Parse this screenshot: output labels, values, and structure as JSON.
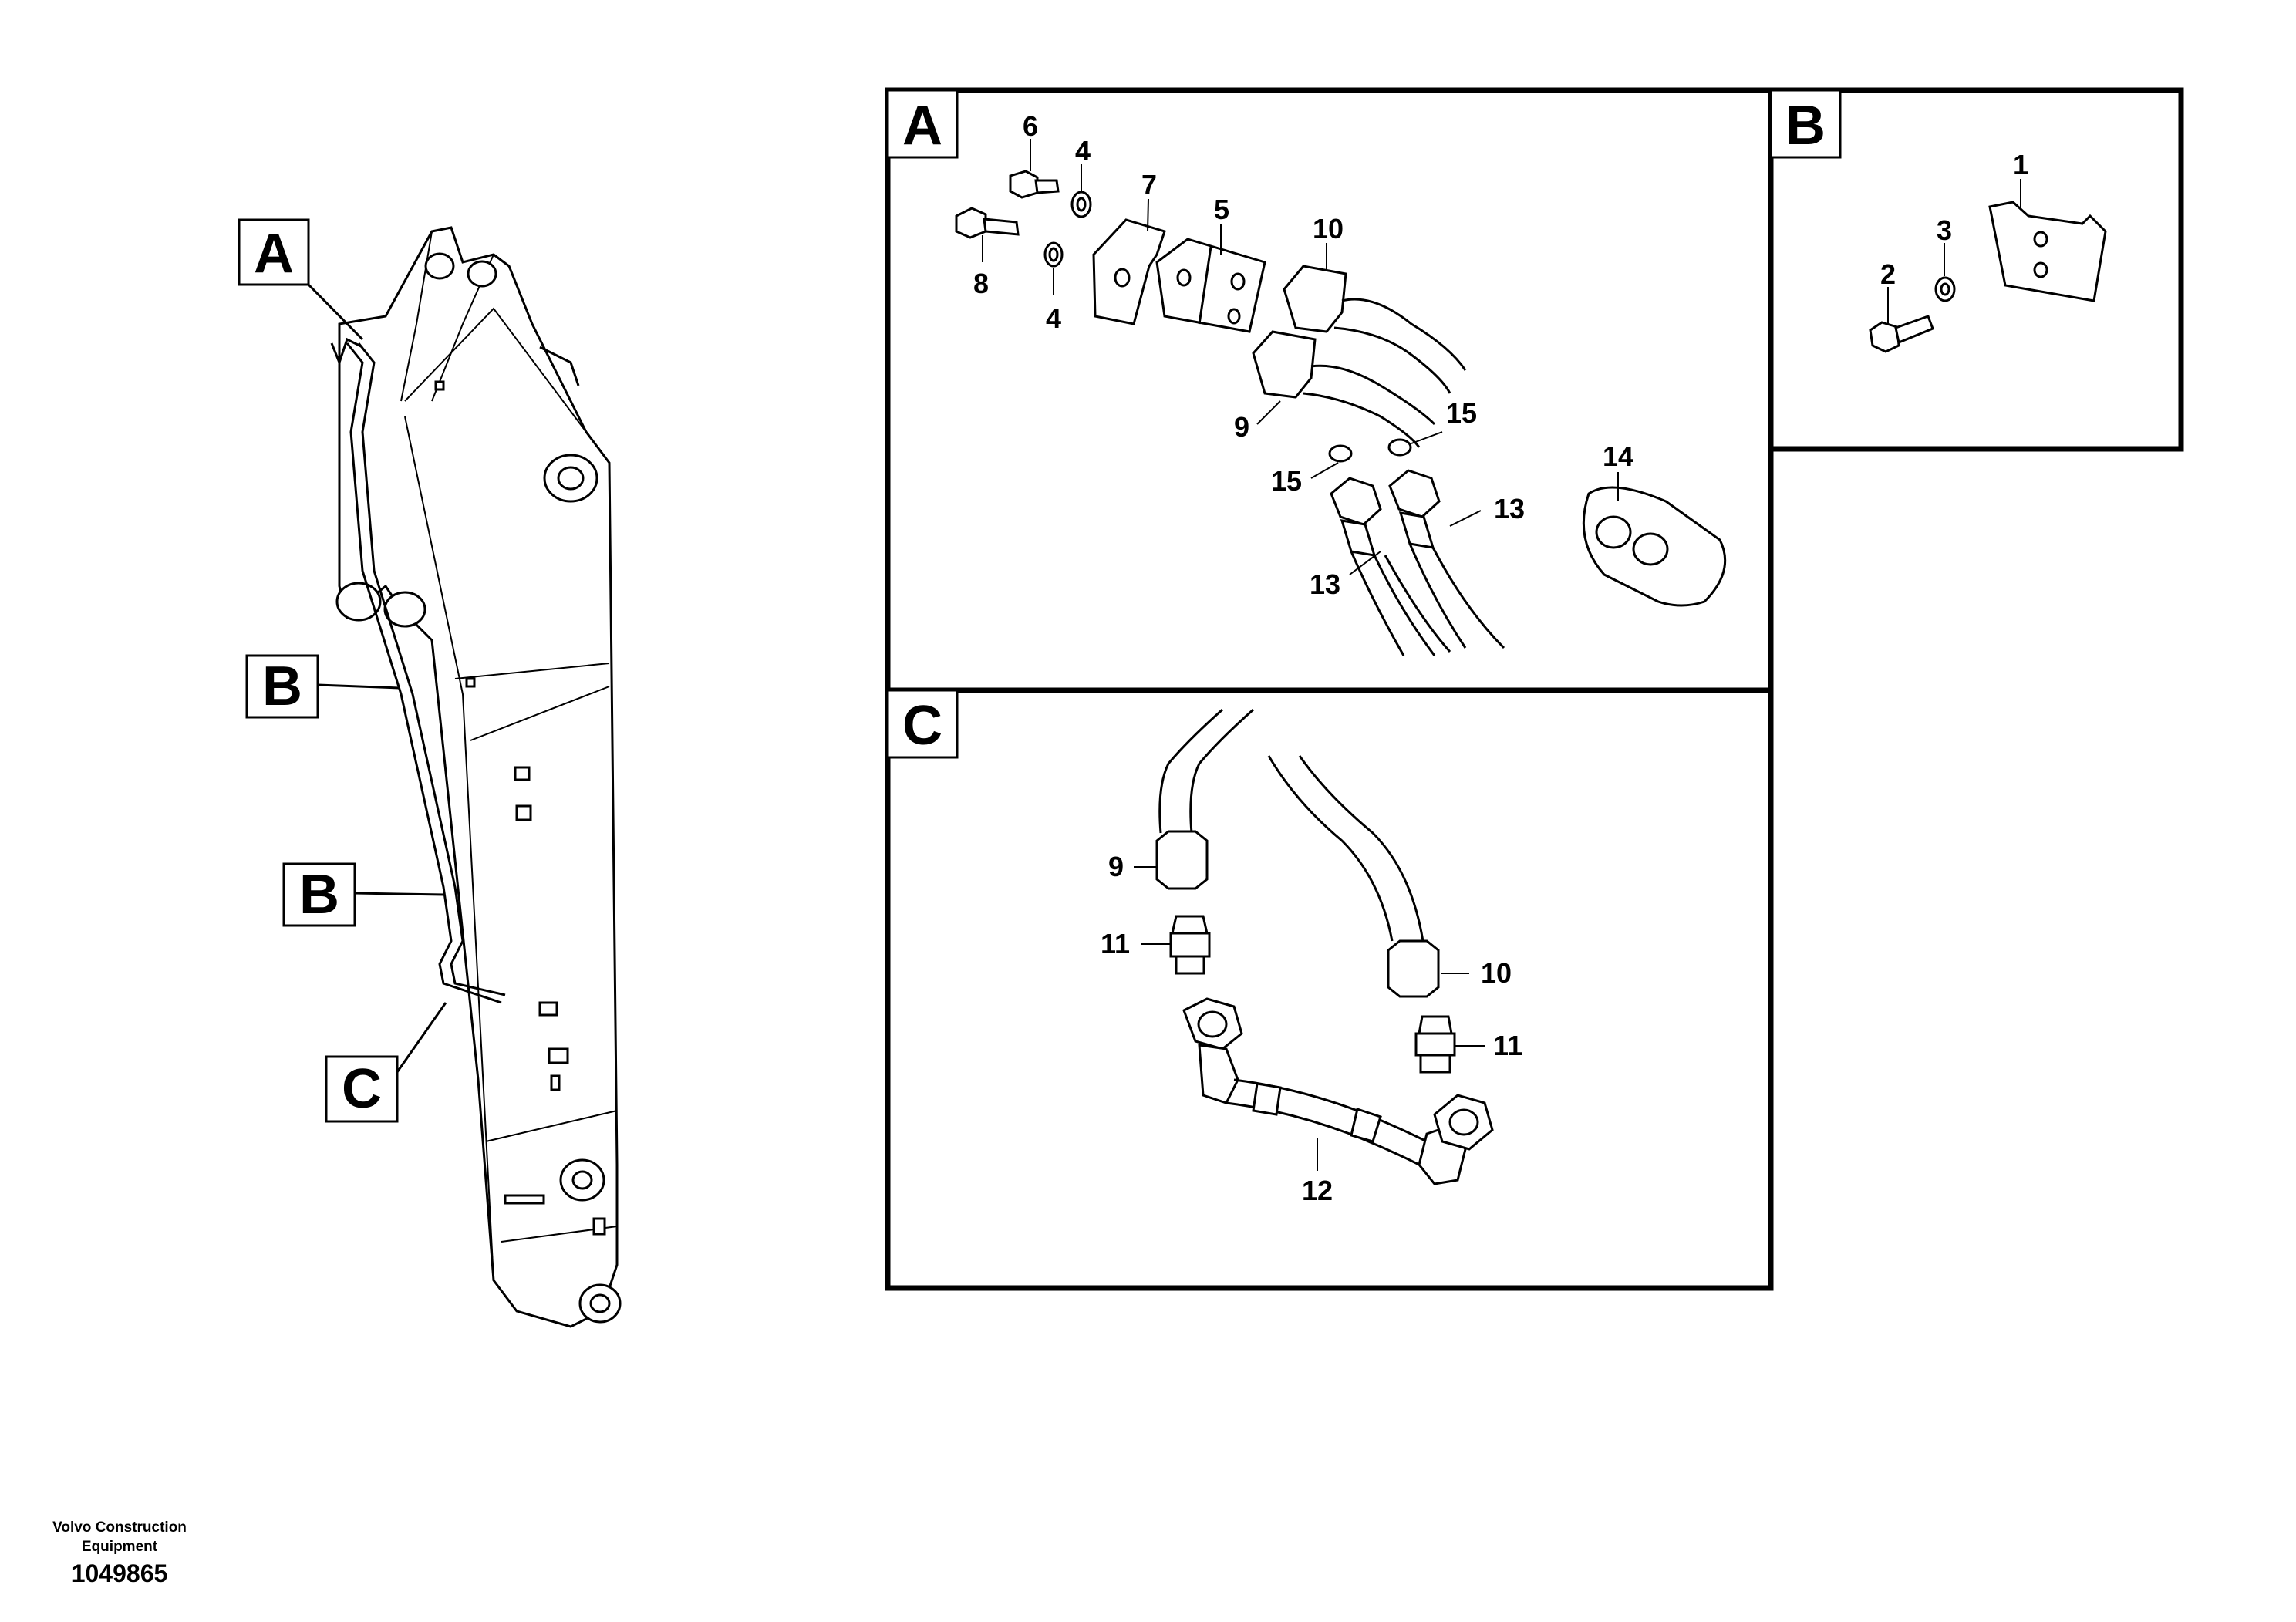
{
  "overview_callouts": {
    "a": "A",
    "b1": "B",
    "b2": "B",
    "c": "C"
  },
  "panels": {
    "a": {
      "letter": "A",
      "labels": {
        "n6": "6",
        "n4a": "4",
        "n4b": "4",
        "n7": "7",
        "n5": "5",
        "n10": "10",
        "n8": "8",
        "n9": "9",
        "n15a": "15",
        "n15b": "15",
        "n14": "14",
        "n13a": "13",
        "n13b": "13"
      }
    },
    "b": {
      "letter": "B",
      "labels": {
        "n1": "1",
        "n3": "3",
        "n2": "2"
      }
    },
    "c": {
      "letter": "C",
      "labels": {
        "n9": "9",
        "n11a": "11",
        "n10": "10",
        "n11b": "11",
        "n12": "12"
      }
    }
  },
  "footer": {
    "brand_line1": "Volvo Construction",
    "brand_line2": "Equipment",
    "drawing_number": "1049865"
  }
}
